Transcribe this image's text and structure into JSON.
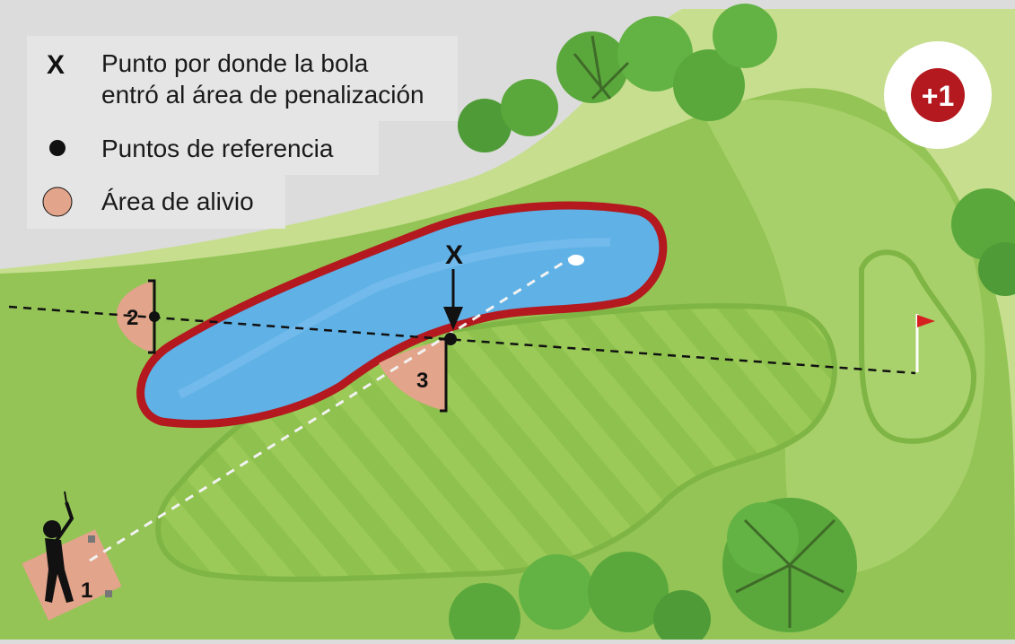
{
  "legend": {
    "x_symbol": "X",
    "entry_point_line1": "Punto por donde la bola",
    "entry_point_line2": "entró al área de penalización",
    "reference_points": "Puntos de referencia",
    "relief_area": "Área de alivio"
  },
  "penalty_badge": "+1",
  "markers": {
    "entry_x": "X",
    "point1": "1",
    "point2": "2",
    "point3": "3"
  },
  "colors": {
    "rough": "#8dbd4a",
    "fairway": "#a6cc5f",
    "outer_light": "#c6de8e",
    "water": "#5fb1e6",
    "water_border": "#b3191f",
    "relief": "#e2a48a",
    "badge_red": "#b3191f",
    "flag": "#d62020"
  },
  "icons": [
    "golfer-icon",
    "flag-icon",
    "tree-icon",
    "ball-icon",
    "arrow-down-icon"
  ]
}
